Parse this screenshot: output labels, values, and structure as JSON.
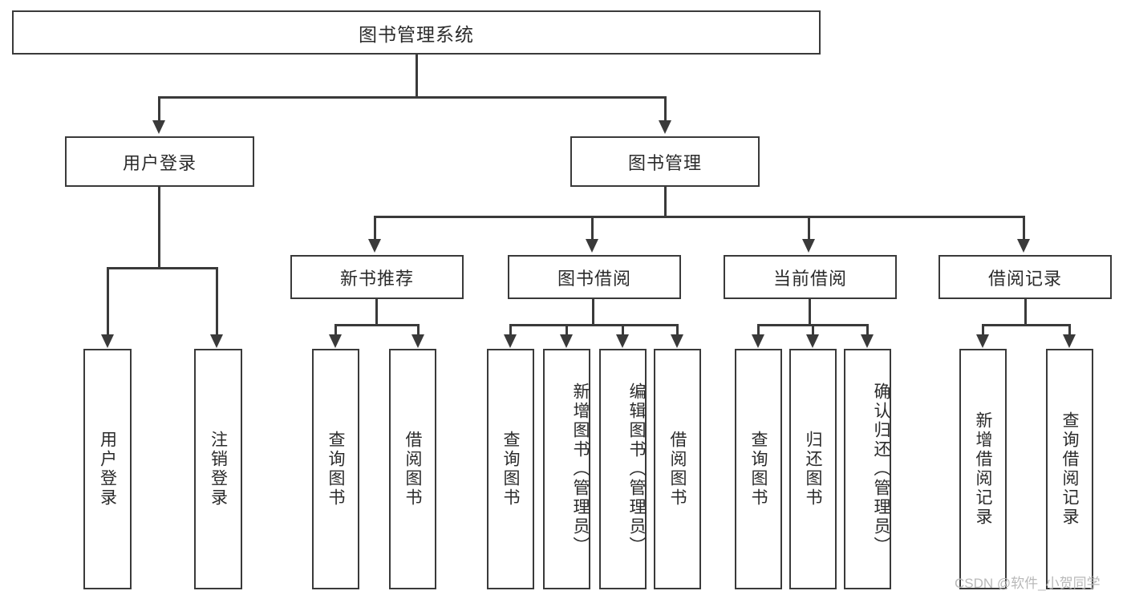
{
  "diagram": {
    "title": "图书管理系统",
    "type": "tree-hierarchy-diagram",
    "root": {
      "label": "图书管理系统"
    },
    "level2": [
      {
        "label": "用户登录"
      },
      {
        "label": "图书管理"
      }
    ],
    "level3": [
      {
        "label": "新书推荐"
      },
      {
        "label": "图书借阅"
      },
      {
        "label": "当前借阅"
      },
      {
        "label": "借阅记录"
      }
    ],
    "leaves": {
      "user_login": [
        {
          "label": "用户登录"
        },
        {
          "label": "注销登录"
        }
      ],
      "new_book_recommend": [
        {
          "label": "查询图书"
        },
        {
          "label": "借阅图书"
        }
      ],
      "book_borrow": [
        {
          "label": "查询图书"
        },
        {
          "label": "新增图书（管理员）"
        },
        {
          "label": "编辑图书（管理员）"
        },
        {
          "label": "借阅图书"
        }
      ],
      "current_borrow": [
        {
          "label": "查询图书"
        },
        {
          "label": "归还图书"
        },
        {
          "label": "确认归还（管理员）"
        }
      ],
      "borrow_record": [
        {
          "label": "新增借阅记录"
        },
        {
          "label": "查询借阅记录"
        }
      ]
    }
  },
  "watermark": {
    "text": "CSDN @软件_小贺同学"
  },
  "colors": {
    "stroke": "#3a3a3a",
    "text": "#2b2b2b",
    "background": "#ffffff",
    "watermark": "#b9b9b9"
  }
}
